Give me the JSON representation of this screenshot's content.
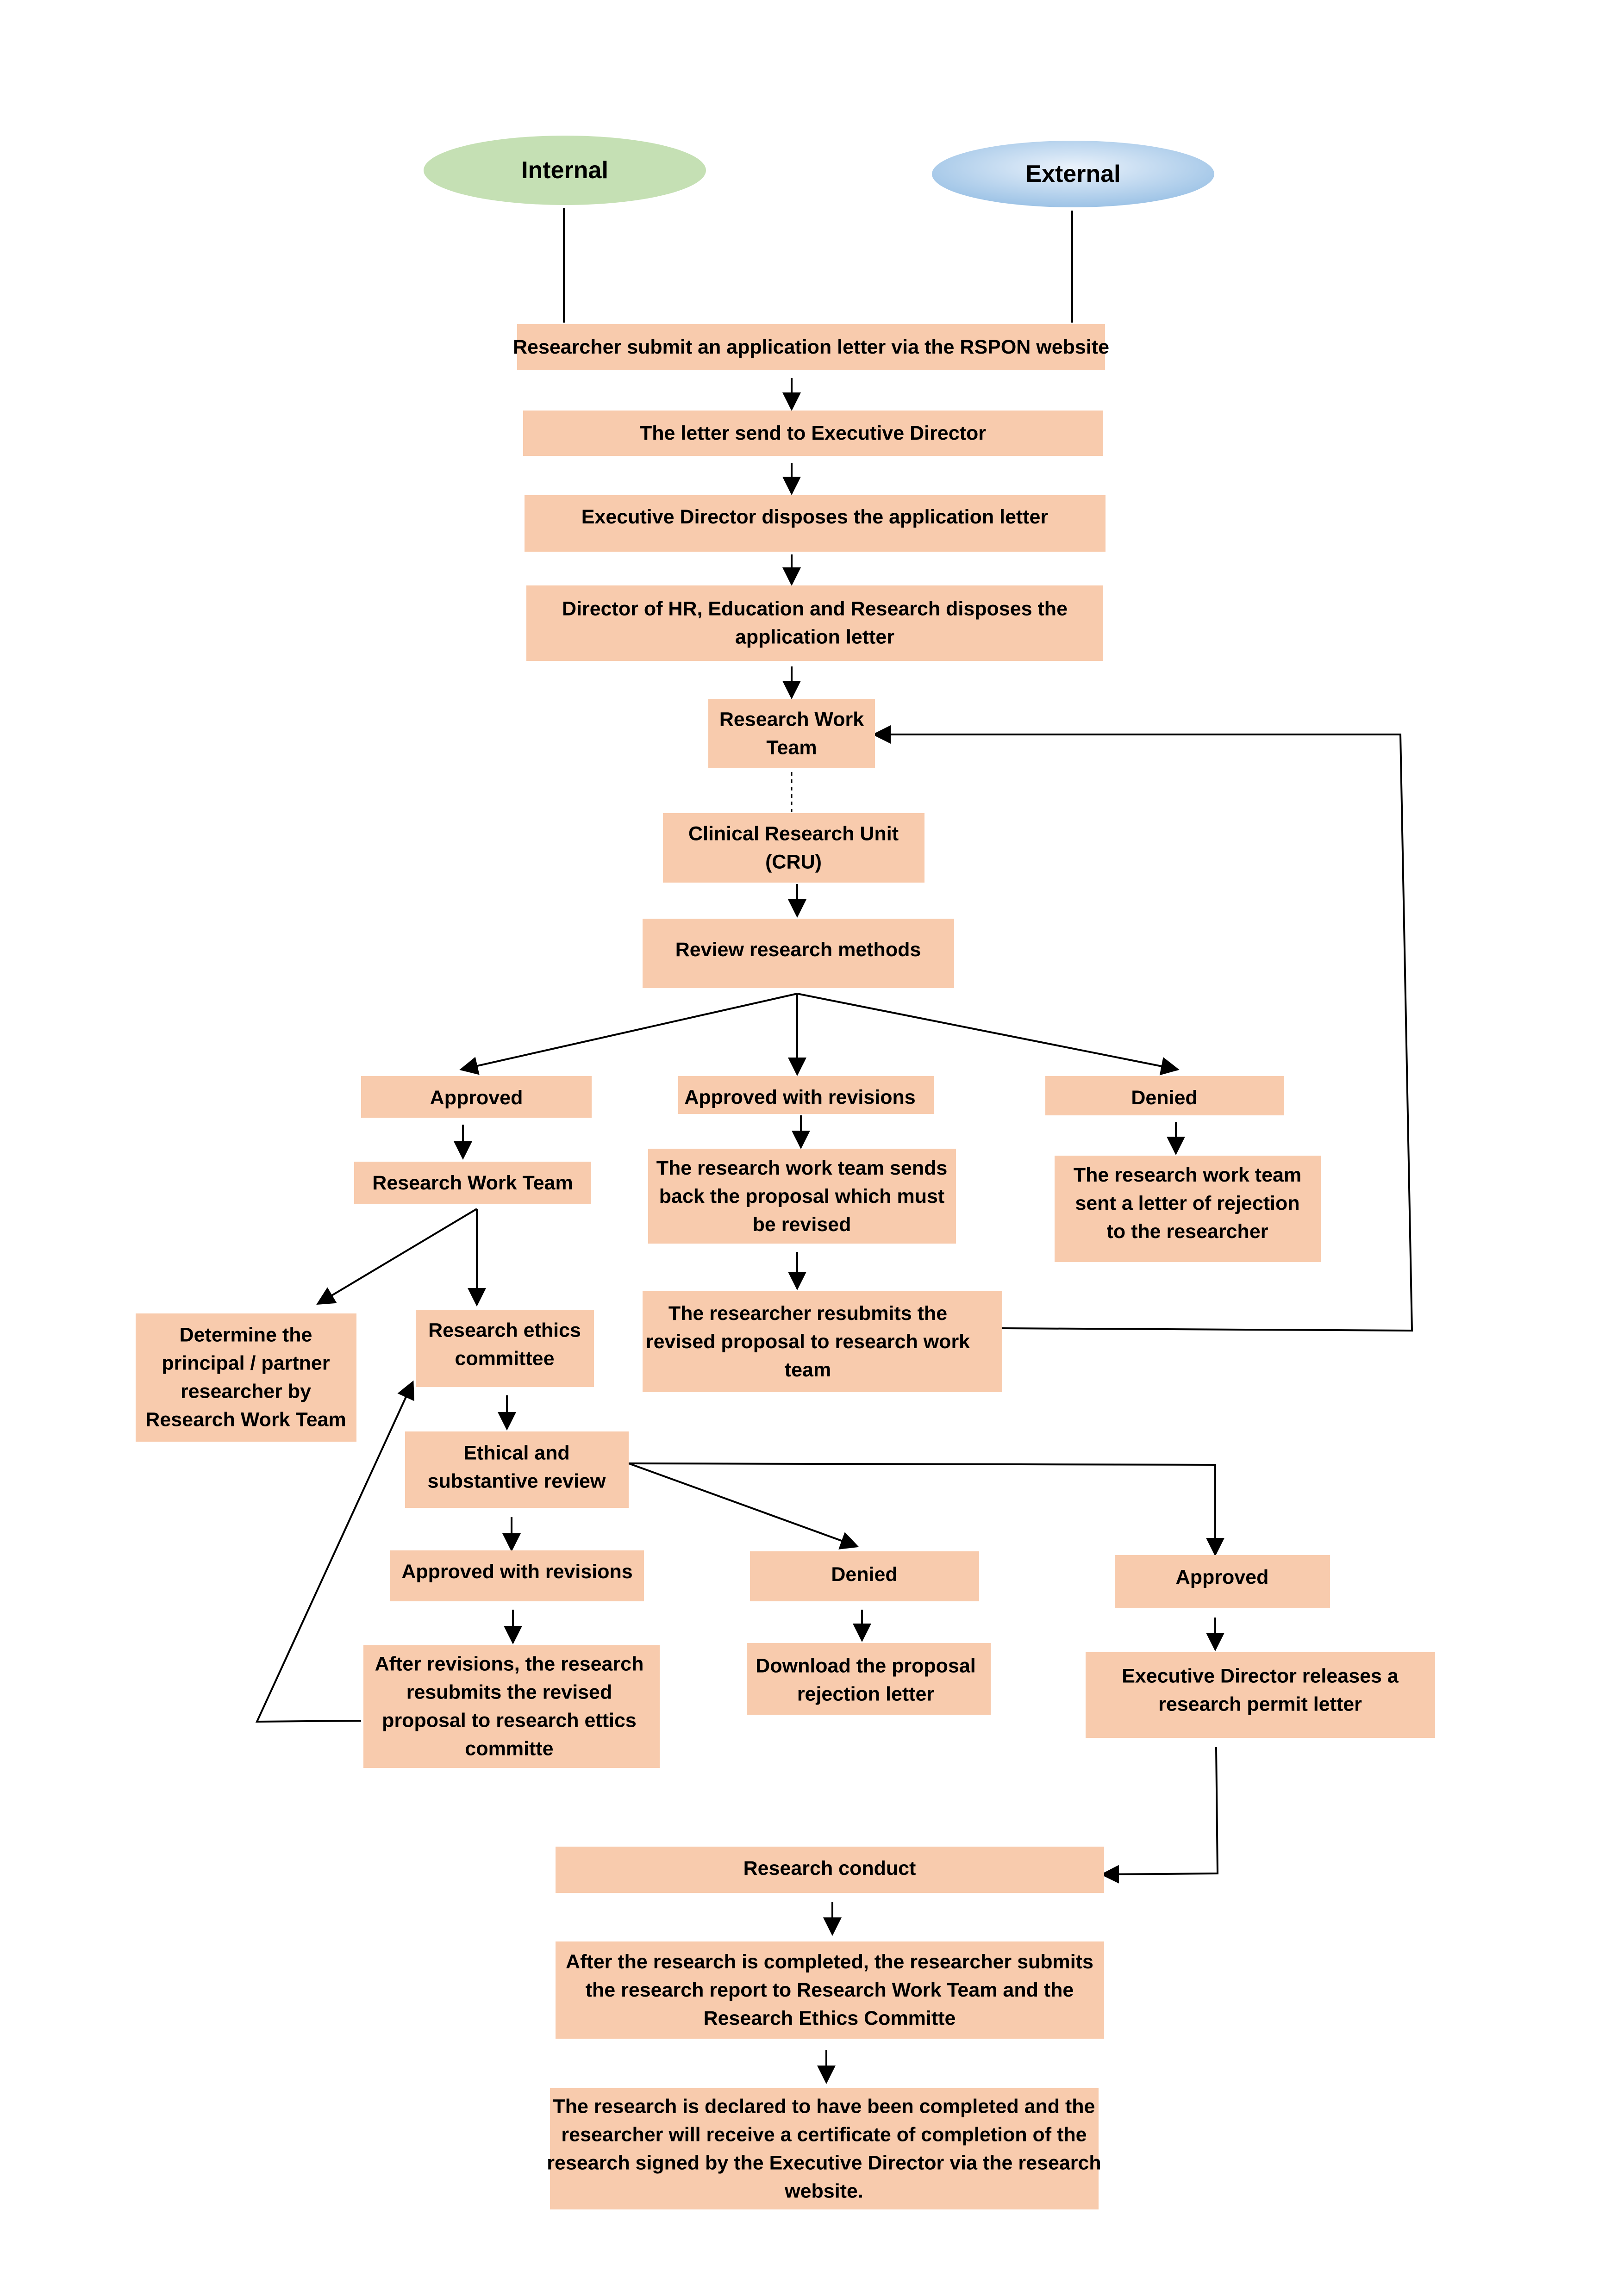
{
  "start_nodes": {
    "internal": "Internal",
    "external": "External"
  },
  "colors": {
    "box_fill": "#F8CBAD",
    "internal_ellipse": "#C5E0B4",
    "external_ellipse_light": "#EAF2FB",
    "external_ellipse_dark": "#9DC3E6",
    "line": "#000000"
  },
  "boxes": {
    "submit": [
      "Researcher submit an application letter via the RSPON website"
    ],
    "letter_send": [
      "The letter send to Executive Director"
    ],
    "ed_disposes": [
      "Executive Director disposes the application letter"
    ],
    "hr_disposes": [
      "Director of HR, Education and Research disposes the",
      "application letter"
    ],
    "rwt": [
      "Research Work",
      "Team"
    ],
    "cru": [
      "Clinical Research Unit",
      "(CRU)"
    ],
    "review_methods": [
      "Review research methods"
    ],
    "approved_1": [
      "Approved"
    ],
    "awr_1": [
      "Approved with revisions"
    ],
    "denied_1": [
      "Denied"
    ],
    "rwt_2": [
      "Research Work Team"
    ],
    "sends_back": [
      "The research work team sends",
      "back the proposal which must",
      "be revised"
    ],
    "rejection_letter": [
      "The research work team",
      "sent a letter of rejection",
      "to the researcher"
    ],
    "determine": [
      "Determine the",
      "principal / partner",
      "researcher by",
      "Research Work Team"
    ],
    "rec": [
      "Research ethics",
      "committee"
    ],
    "resubmit_rwt": [
      "The researcher resubmits the",
      "revised proposal to research work",
      "team"
    ],
    "ethical_review": [
      "Ethical and",
      "substantive review"
    ],
    "awr_2": [
      "Approved with revisions"
    ],
    "denied_2": [
      "Denied"
    ],
    "approved_2": [
      "Approved"
    ],
    "after_revisions": [
      "After revisions, the research",
      "resubmits the revised",
      "proposal to research ettics",
      "committe"
    ],
    "download_rejection": [
      "Download the proposal",
      "rejection letter"
    ],
    "permit": [
      "Executive Director releases a",
      "research permit letter"
    ],
    "conduct": [
      "Research conduct"
    ],
    "report": [
      "After the research is completed, the researcher submits",
      "the research report to Research Work Team and the",
      "Research Ethics Committe"
    ],
    "completed": [
      "The research is declared to have been completed and the",
      "researcher will receive a certificate of completion of the",
      "research signed by the Executive Director via the research",
      "website."
    ]
  }
}
